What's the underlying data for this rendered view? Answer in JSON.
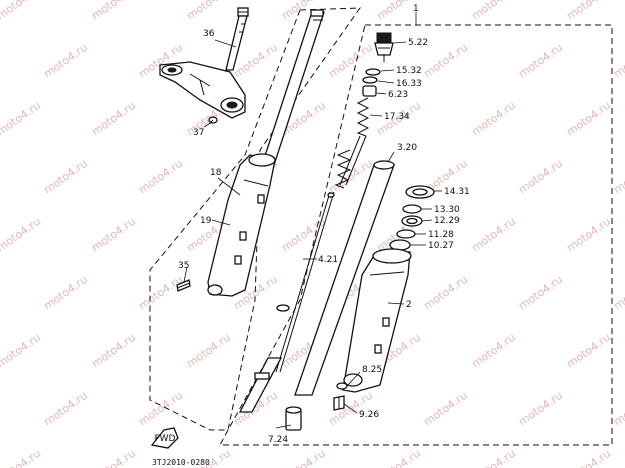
{
  "watermark": "moto4.ru",
  "figure_code": "3TJ2010-0280",
  "fwd_label": "FWD",
  "callouts": [
    {
      "id": "c1",
      "text": "1"
    },
    {
      "id": "c36",
      "text": "36"
    },
    {
      "id": "c37",
      "text": "37"
    },
    {
      "id": "c18",
      "text": "18"
    },
    {
      "id": "c19",
      "text": "19"
    },
    {
      "id": "c35",
      "text": "35"
    },
    {
      "id": "c421",
      "text": "4.21"
    },
    {
      "id": "c724",
      "text": "7.24"
    },
    {
      "id": "c522",
      "text": "5.22"
    },
    {
      "id": "c1532",
      "text": "15.32"
    },
    {
      "id": "c1633",
      "text": "16.33"
    },
    {
      "id": "c623",
      "text": "6.23"
    },
    {
      "id": "c1734",
      "text": "17.34"
    },
    {
      "id": "c320",
      "text": "3.20"
    },
    {
      "id": "c1431",
      "text": "14.31"
    },
    {
      "id": "c1330",
      "text": "13.30"
    },
    {
      "id": "c1229",
      "text": "12.29"
    },
    {
      "id": "c1128",
      "text": "11.28"
    },
    {
      "id": "c1027",
      "text": "10.27"
    },
    {
      "id": "c2",
      "text": "2"
    },
    {
      "id": "c825",
      "text": "8.25"
    },
    {
      "id": "c926",
      "text": "9.26"
    }
  ]
}
